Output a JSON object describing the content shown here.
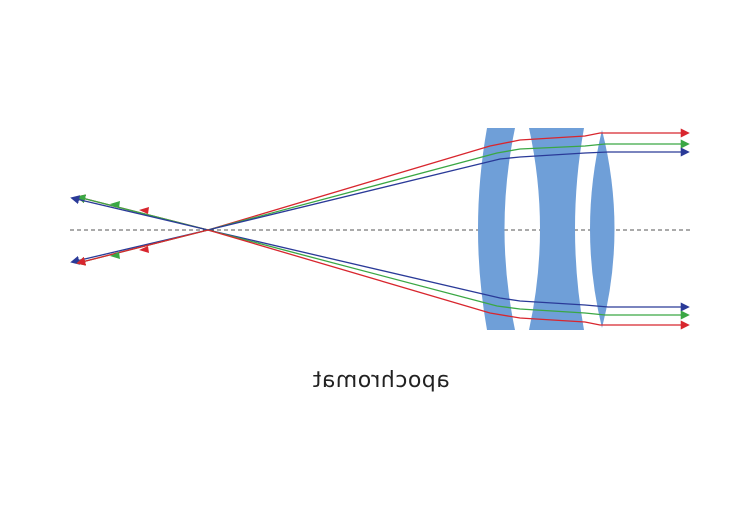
{
  "caption": "apochromat",
  "colors": {
    "lens_fill": "#6f9fd8",
    "ray_red": "#d8262e",
    "ray_green": "#3aa744",
    "ray_blue": "#2a3a98",
    "axis": "#555555",
    "background": "#ffffff"
  },
  "elements": {
    "lenses": [
      "meniscus-lens",
      "biconcave-lens",
      "biconvex-lens"
    ],
    "rays": [
      "red-ray",
      "green-ray",
      "blue-ray"
    ],
    "axis": "optical-axis"
  }
}
